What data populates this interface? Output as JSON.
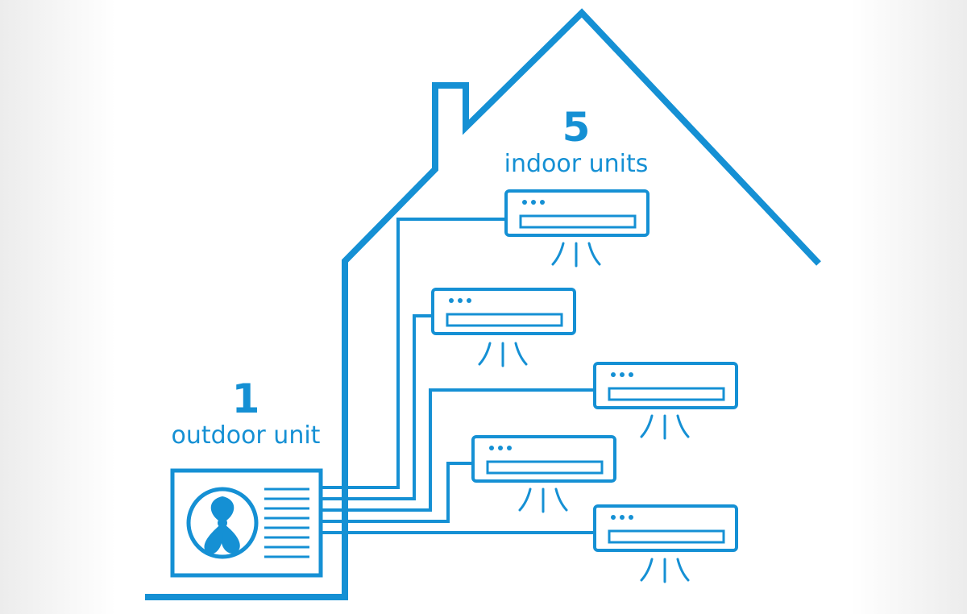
{
  "outdoor": {
    "count": "1",
    "label": "outdoor unit"
  },
  "indoor": {
    "count": "5",
    "label": "indoor units"
  },
  "colors": {
    "line": "#1590d4",
    "background": "#ffffff"
  },
  "icons": [
    "house-outline",
    "chimney",
    "fan-icon",
    "ac-indoor-unit-icon",
    "airflow-icon",
    "refrigerant-pipe"
  ]
}
